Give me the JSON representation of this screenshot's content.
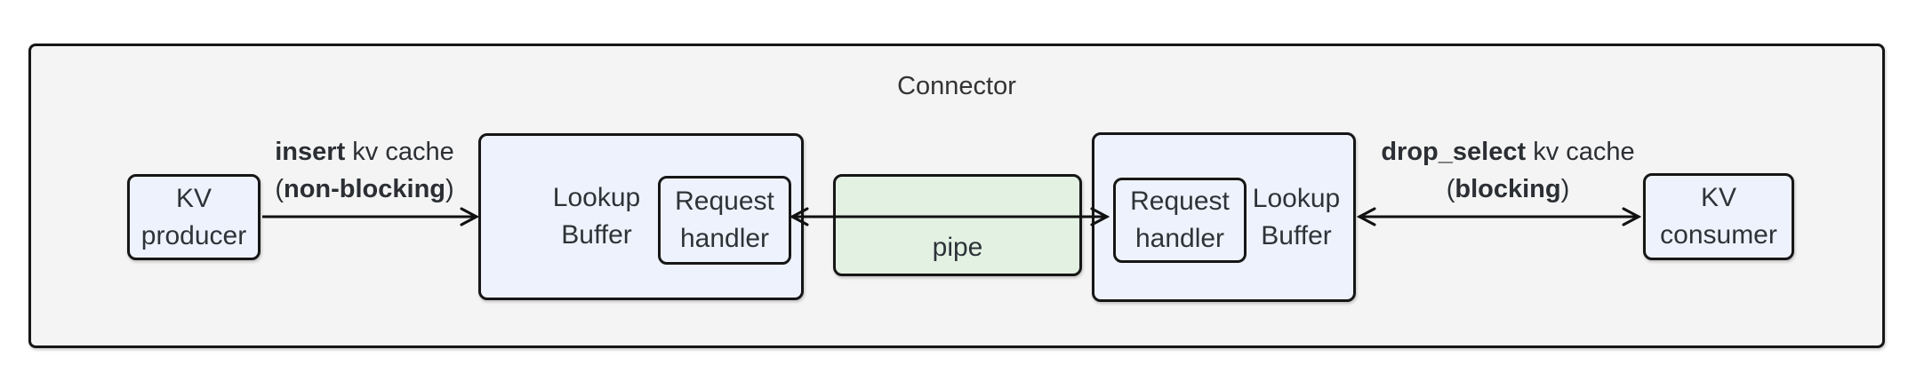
{
  "diagram": {
    "title": "Connector",
    "nodes": {
      "kv_producer": {
        "line1": "KV",
        "line2": "producer"
      },
      "lookup_left": {
        "line1": "Lookup",
        "line2": "Buffer"
      },
      "handler_left": {
        "line1": "Request",
        "line2": "handler"
      },
      "pipe": {
        "label": "pipe"
      },
      "handler_right": {
        "line1": "Request",
        "line2": "handler"
      },
      "lookup_right": {
        "line1": "Lookup",
        "line2": "Buffer"
      },
      "kv_consumer": {
        "line1": "KV",
        "line2": "consumer"
      }
    },
    "edges": {
      "insert": {
        "method": "insert",
        "suffix": " kv cache",
        "open": "(",
        "mode": "non-blocking",
        "close": ")"
      },
      "drop_select": {
        "method": "drop_select",
        "suffix": " kv cache",
        "open": "(",
        "mode": "blocking",
        "close": ")"
      }
    },
    "colors": {
      "container_fill": "#f4f4f4",
      "node_fill": "#eef2fc",
      "pipe_fill": "#e3f1e3",
      "border": "#161616",
      "text": "#2e3338"
    }
  }
}
